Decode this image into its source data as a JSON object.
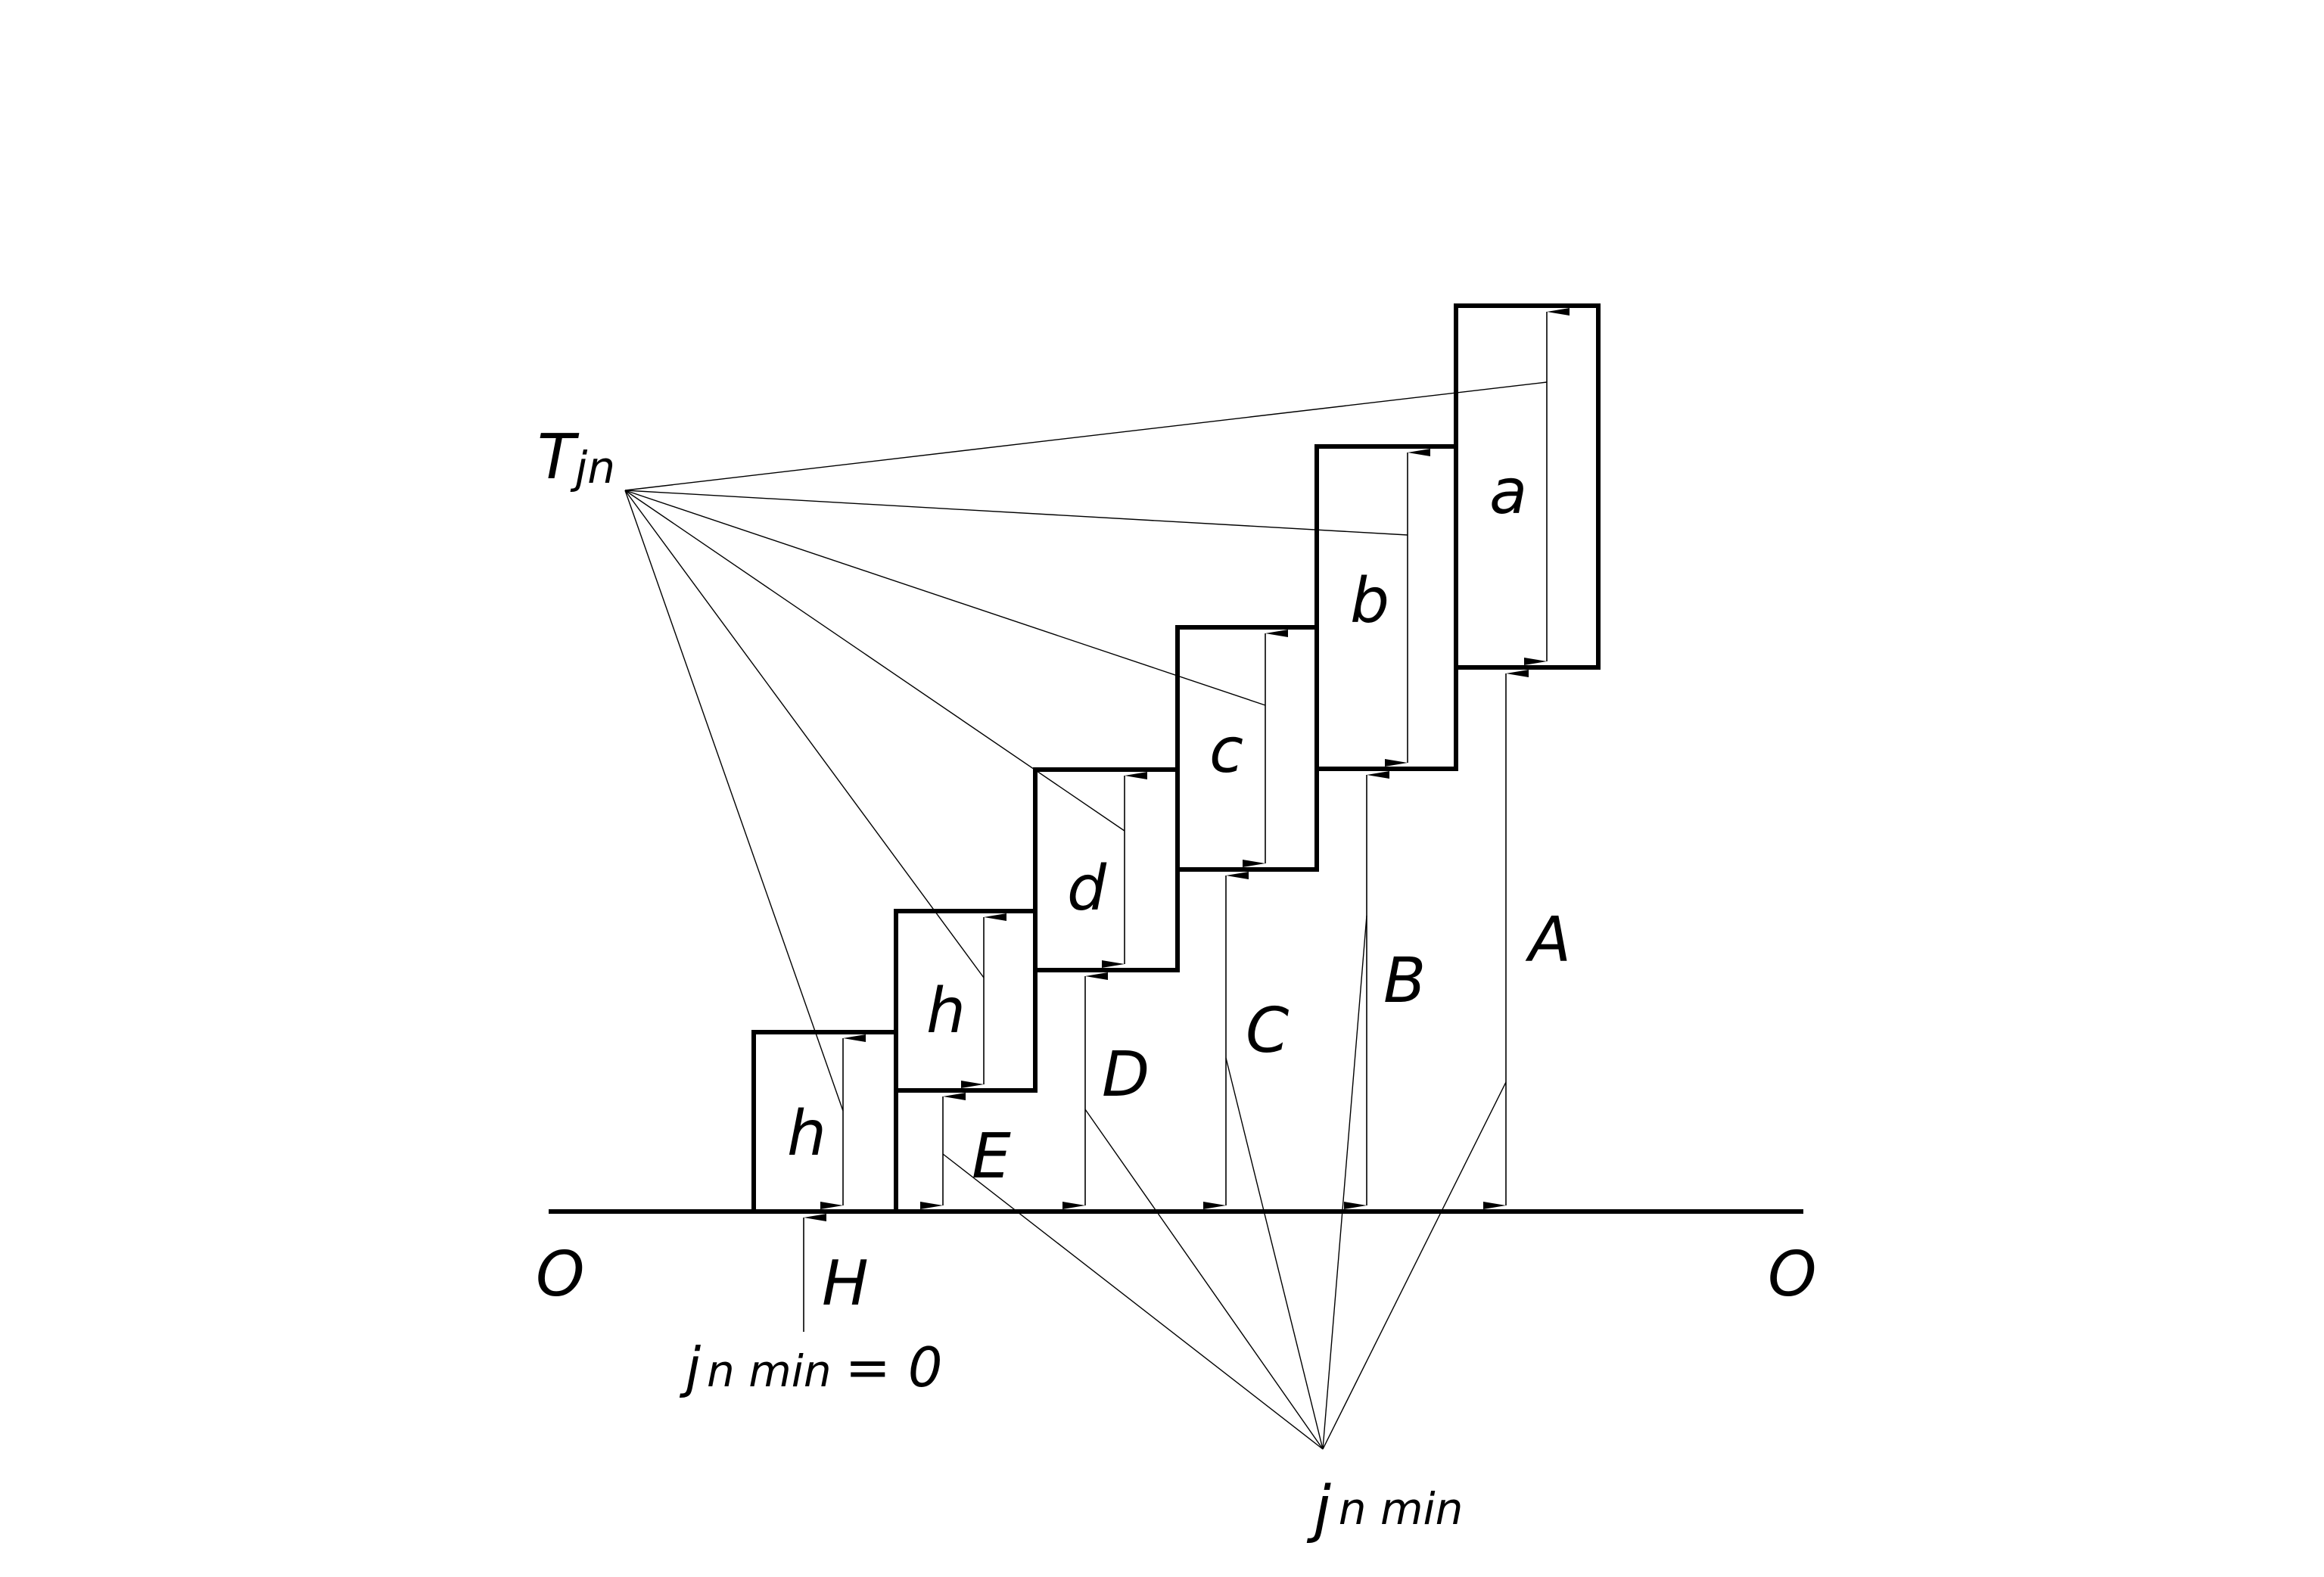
{
  "labels": {
    "tjn_main": "T",
    "tjn_sub": "jn",
    "axis_left": "O",
    "axis_right": "O",
    "step_a": "a",
    "step_b": "b",
    "step_c": "c",
    "step_d": "d",
    "step_h2": "h",
    "step_h1": "h",
    "level_A": "A",
    "level_B": "B",
    "level_C": "C",
    "level_D": "D",
    "level_E": "E",
    "level_H": "H",
    "jnmin_main": "j",
    "jnmin_sub": "n min",
    "jnmin0_main": "j",
    "jnmin0_sub": "n min",
    "jnmin0_eq": "= 0"
  }
}
